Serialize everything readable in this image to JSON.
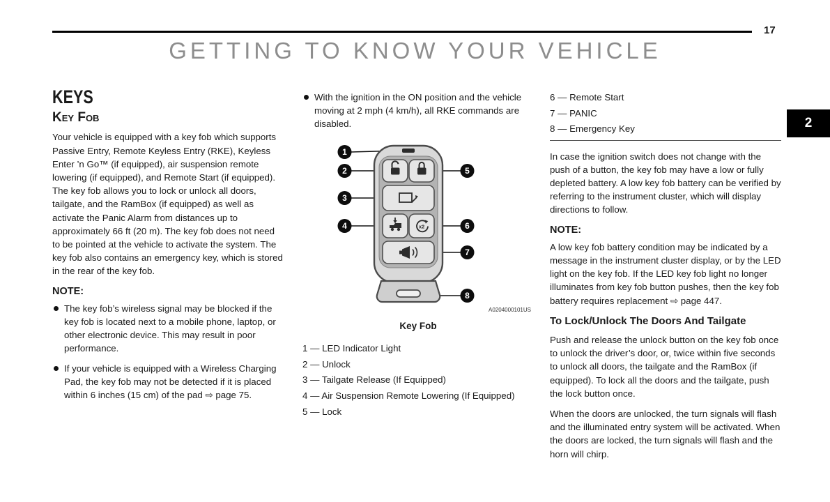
{
  "page": {
    "number": "17",
    "title": "GETTING TO KNOW YOUR VEHICLE",
    "chapter_tab": "2"
  },
  "left": {
    "keys_heading": "KEYS",
    "key_fob_heading": "Key Fob",
    "intro": "Your vehicle is equipped with a key fob which supports Passive Entry, Remote Keyless Entry (RKE), Keyless Enter ’n Go™ (if equipped), air suspension remote lowering (if equipped), and Remote Start (if equipped). The key fob allows you to lock or unlock all doors, tailgate, and the RamBox (if equipped) as well as activate the Panic Alarm from distances up to approximately 66 ft (20 m). The key fob does not need to be pointed at the vehicle to activate the system. The key fob also contains an emergency key, which is stored in the rear of the key fob.",
    "note_label": "NOTE:",
    "bullets": [
      "The key fob’s wireless signal may be blocked if the key fob is located next to a mobile phone, laptop, or other electronic device. This may result in poor performance.",
      "If your vehicle is equipped with a Wireless Charging Pad, the key fob may not be detected if it is placed within 6 inches (15 cm) of the pad ⇨ page 75."
    ]
  },
  "middle": {
    "bullet": "With the ignition in the ON position and the vehicle moving at 2 mph (4 km/h), all RKE commands are disabled.",
    "figure": {
      "credit": "A0204000101US",
      "caption": "Key Fob",
      "start_icon_label": "x2",
      "callouts": [
        "1",
        "2",
        "3",
        "4",
        "5",
        "6",
        "7",
        "8"
      ]
    },
    "list": [
      "1 — LED Indicator Light",
      "2 — Unlock",
      "3 — Tailgate Release (If Equipped)",
      "4 — Air Suspension Remote Lowering (If Equipped)",
      "5 — Lock"
    ]
  },
  "right": {
    "list": [
      "6 — Remote Start",
      "7 — PANIC",
      "8 — Emergency Key"
    ],
    "para1": "In case the ignition switch does not change with the push of a button, the key fob may have a low or fully depleted battery. A low key fob battery can be verified by referring to the instrument cluster, which will display directions to follow.",
    "note_label": "NOTE:",
    "note_text": "A low key fob battery condition may be indicated by a message in the instrument cluster display, or by the LED light on the key fob. If the LED key fob light no longer illuminates from key fob button pushes, then the key fob battery requires replacement ⇨ page 447.",
    "subheading": "To Lock/Unlock The Doors And Tailgate",
    "para2": "Push and release the unlock button on the key fob once to unlock the driver’s door, or, twice within five seconds to unlock all doors, the tailgate and the RamBox (if equipped). To lock all the doors and the tailgate, push the lock button once.",
    "para3": "When the doors are unlocked, the turn signals will flash and the illuminated entry system will be activated. When the doors are locked, the turn signals will flash and the horn will chirp."
  }
}
